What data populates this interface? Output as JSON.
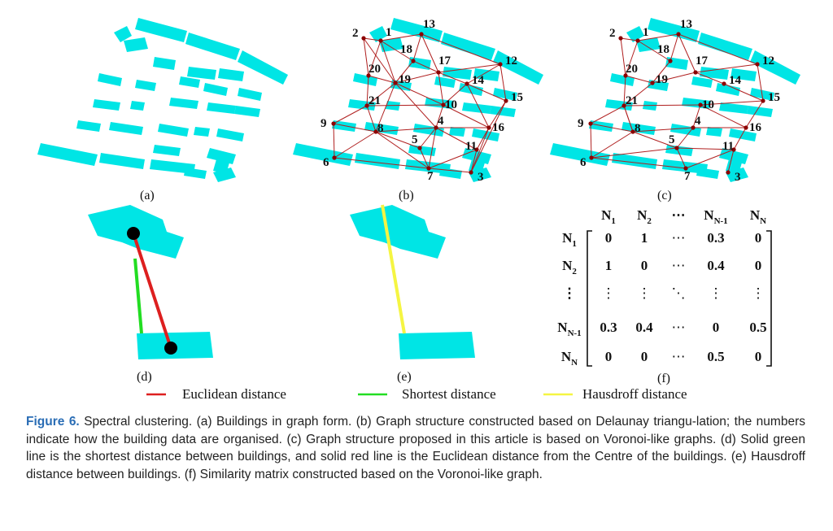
{
  "panels": {
    "a": "(a)",
    "b": "(b)",
    "c": "(c)",
    "d": "(d)",
    "e": "(e)",
    "f": "(f)"
  },
  "node_labels": [
    "1",
    "2",
    "3",
    "4",
    "5",
    "6",
    "7",
    "8",
    "9",
    "10",
    "11",
    "12",
    "13",
    "14",
    "15",
    "16",
    "17",
    "18",
    "19",
    "20",
    "21"
  ],
  "matrix": {
    "col_headers": [
      "N1",
      "N2",
      "⋯",
      "NN-1",
      "NN"
    ],
    "row_headers": [
      "N1",
      "N2",
      "⋮",
      "NN-1",
      "NN"
    ],
    "rows": [
      [
        "0",
        "1",
        "⋯",
        "0.3",
        "0"
      ],
      [
        "1",
        "0",
        "⋯",
        "0.4",
        "0"
      ],
      [
        "⋮",
        "⋮",
        "⋱",
        "⋮",
        "⋮"
      ],
      [
        "0.3",
        "0.4",
        "⋯",
        "0",
        "0.5"
      ],
      [
        "0",
        "0",
        "⋯",
        "0.5",
        "0"
      ]
    ]
  },
  "legend": {
    "euclidean": "Euclidean distance",
    "shortest": "Shortest distance",
    "hausdorff": "Hausdroff  distance"
  },
  "colors": {
    "building": "#00e5e5",
    "edge": "#b02020",
    "node": "#8b0000",
    "euclidean": "#dd1f1f",
    "shortest": "#22dd22",
    "hausdorff": "#f5f542",
    "caption_label": "#2a6db5"
  },
  "caption": {
    "label": "Figure 6.",
    "text": " Spectral clustering. (a) Buildings in graph form. (b) Graph structure constructed based on Delaunay triangu-lation; the numbers indicate how the building data are organised. (c) Graph structure proposed in this article is based on Voronoi-like graphs. (d) Solid green line is the shortest distance between buildings, and solid red line is the Euclidean distance from the Centre of the buildings. (e) Hausdroff distance between buildings. (f) Similarity matrix constructed based on the Voronoi-like graph."
  }
}
